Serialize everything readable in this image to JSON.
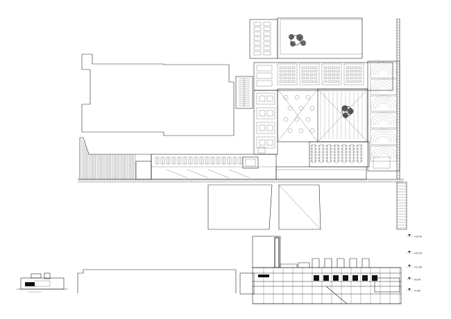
{
  "drawing": {
    "elevation_labels": [
      "+18.40",
      "+15.00",
      "+11.80",
      "+8.00",
      "+4.80"
    ],
    "colors": {
      "line": "#222222",
      "hatch": "#555555",
      "solid": "#111111",
      "tree": "#333333",
      "background": "#ffffff"
    }
  }
}
